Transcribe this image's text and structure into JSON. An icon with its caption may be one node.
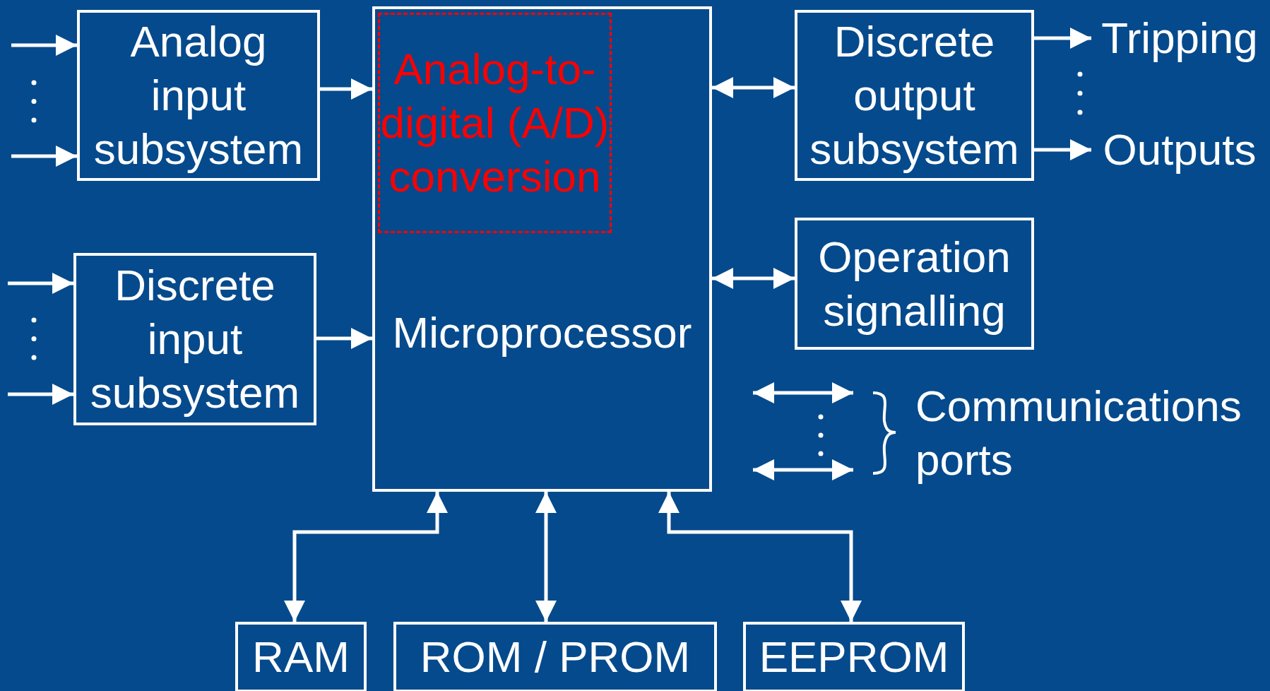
{
  "diagram": {
    "nodes": [
      {
        "text": [
          "Analog input subsystem"
        ]
      },
      {
        "text": [
          "Microprocessor"
        ]
      },
      {
        "text": [
          "Analog-to-digital (A/D) conversion"
        ],
        "in": 1
      },
      {
        "text": [
          "Discrete output subsystem"
        ]
      },
      {
        "text": [
          "Tripping"
        ]
      },
      {
        "text": [
          "Outputs"
        ]
      },
      {
        "text": [
          "Operation signalling"
        ]
      },
      {
        "text": [
          "Discrete input subsystem"
        ]
      },
      {
        "text": [
          "Communications ports"
        ]
      },
      {
        "text": [
          "RAM"
        ]
      },
      {
        "text": [
          "ROM / PROM"
        ]
      },
      {
        "text": [
          "EEPROM"
        ]
      }
    ],
    "edges": [
      {
        "from": null,
        "to": 0,
        "arrow": "to"
      },
      {
        "from": null,
        "to": 0,
        "arrow": "to"
      },
      {
        "from": 0,
        "to": 1,
        "arrow": "to"
      },
      {
        "from": 1,
        "to": 3,
        "arrow": "both"
      },
      {
        "from": 3,
        "to": 4,
        "arrow": "to"
      },
      {
        "from": 3,
        "to": 5,
        "arrow": "to"
      },
      {
        "from": 1,
        "to": 6,
        "arrow": "both"
      },
      {
        "from": null,
        "to": 7,
        "arrow": "to"
      },
      {
        "from": null,
        "to": 7,
        "arrow": "to"
      },
      {
        "from": 7,
        "to": 1,
        "arrow": "to"
      },
      {
        "from": 1,
        "to": 9,
        "arrow": "both"
      },
      {
        "from": 1,
        "to": 10,
        "arrow": "both"
      },
      {
        "from": 1,
        "to": 11,
        "arrow": "both"
      }
    ]
  }
}
